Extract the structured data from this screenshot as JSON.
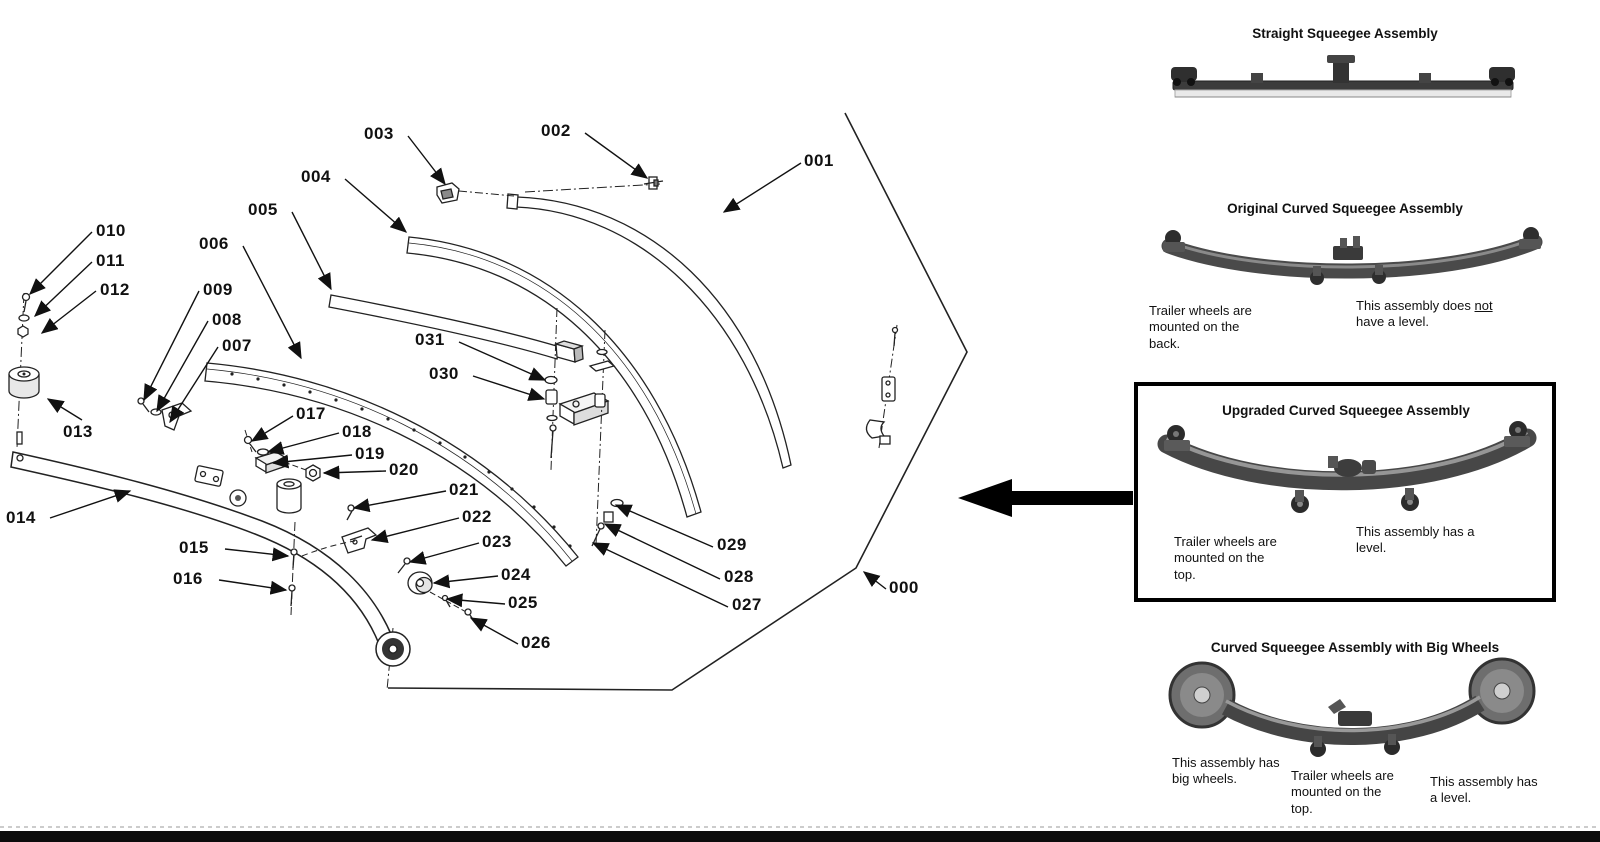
{
  "diagram": {
    "callouts": {
      "c000": "000",
      "c001": "001",
      "c002": "002",
      "c003": "003",
      "c004": "004",
      "c005": "005",
      "c006": "006",
      "c007": "007",
      "c008": "008",
      "c009": "009",
      "c010": "010",
      "c011": "011",
      "c012": "012",
      "c013": "013",
      "c014": "014",
      "c015": "015",
      "c016": "016",
      "c017": "017",
      "c018": "018",
      "c019": "019",
      "c020": "020",
      "c021": "021",
      "c022": "022",
      "c023": "023",
      "c024": "024",
      "c025": "025",
      "c026": "026",
      "c027": "027",
      "c028": "028",
      "c029": "029",
      "c030": "030",
      "c031": "031"
    }
  },
  "panel": {
    "straight": {
      "title": "Straight Squeegee Assembly"
    },
    "original": {
      "title": "Original Curved Squeegee Assembly",
      "note_wheels": "Trailer wheels are mounted on the back.",
      "note_level_pre": "This assembly does",
      "note_level_underlined": "not",
      "note_level_post": "have a level."
    },
    "upgraded": {
      "title": "Upgraded Curved Squeegee Assembly",
      "note_wheels": "Trailer wheels are mounted on the top.",
      "note_level": "This assembly has a level."
    },
    "big_wheels": {
      "title": "Curved Squeegee Assembly with Big Wheels",
      "note_big": "This assembly has big wheels.",
      "note_wheels": "Trailer wheels are mounted on the top.",
      "note_level": "This assembly has a level."
    }
  }
}
